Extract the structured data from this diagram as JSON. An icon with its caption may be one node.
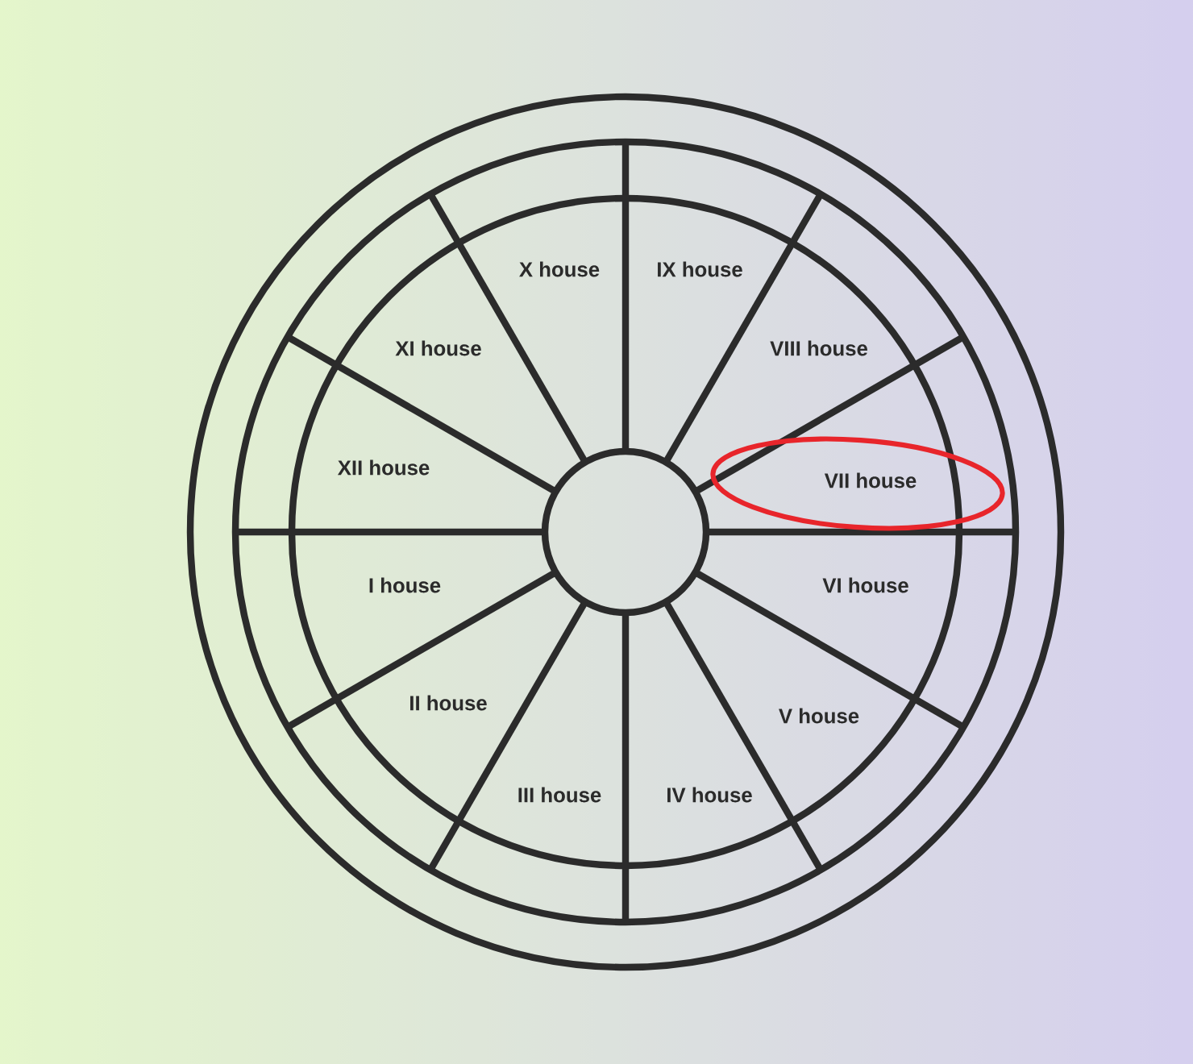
{
  "diagram": {
    "nodes": [
      {
        "text": [
          "X house"
        ]
      },
      {
        "text": [
          "IX house"
        ]
      },
      {
        "text": [
          "XI house"
        ]
      },
      {
        "text": [
          "VIII house"
        ]
      },
      {
        "text": [
          "XII house"
        ]
      },
      {
        "text": [
          "VII house"
        ]
      },
      {
        "text": [
          "I house"
        ]
      },
      {
        "text": [
          "VI house"
        ]
      },
      {
        "text": [
          "II house"
        ]
      },
      {
        "text": [
          "V house"
        ]
      },
      {
        "text": [
          "III house"
        ]
      },
      {
        "text": [
          "IV house"
        ]
      }
    ]
  }
}
